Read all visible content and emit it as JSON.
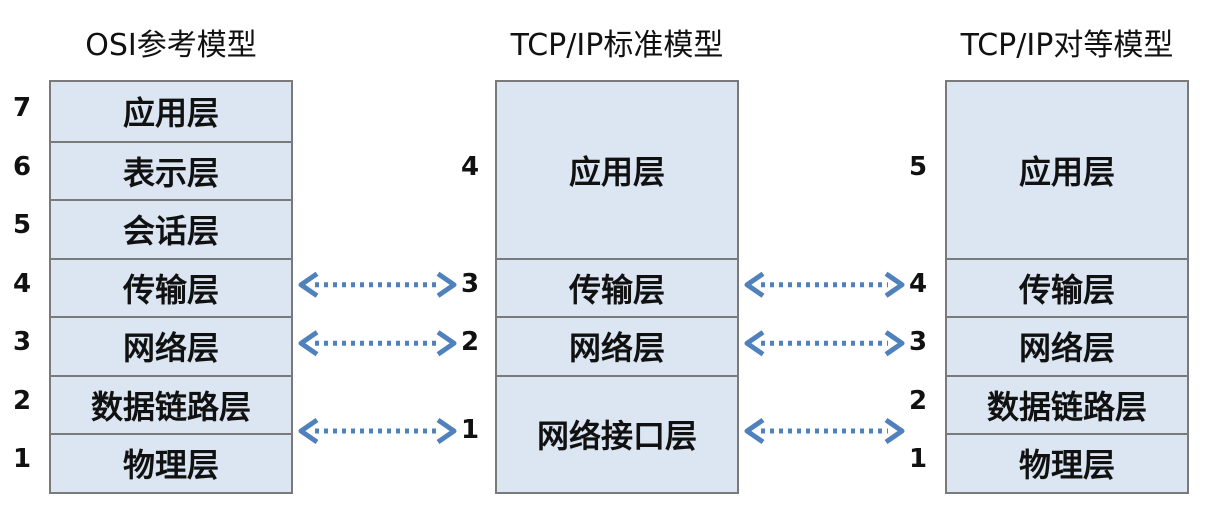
{
  "models": [
    {
      "title": "OSI参考模型",
      "layers": [
        {
          "num": "7",
          "label": "应用层",
          "span": 1
        },
        {
          "num": "6",
          "label": "表示层",
          "span": 1
        },
        {
          "num": "5",
          "label": "会话层",
          "span": 1
        },
        {
          "num": "4",
          "label": "传输层",
          "span": 1
        },
        {
          "num": "3",
          "label": "网络层",
          "span": 1
        },
        {
          "num": "2",
          "label": "数据链路层",
          "span": 1
        },
        {
          "num": "1",
          "label": "物理层",
          "span": 1
        }
      ]
    },
    {
      "title": "TCP/IP标准模型",
      "layers": [
        {
          "num": "4",
          "label": "应用层",
          "span": 3
        },
        {
          "num": "3",
          "label": "传输层",
          "span": 1
        },
        {
          "num": "2",
          "label": "网络层",
          "span": 1
        },
        {
          "num": "1",
          "label": "网络接口层",
          "span": 2
        }
      ]
    },
    {
      "title": "TCP/IP对等模型",
      "layers": [
        {
          "num": "5",
          "label": "应用层",
          "span": 3
        },
        {
          "num": "4",
          "label": "传输层",
          "span": 1
        },
        {
          "num": "3",
          "label": "网络层",
          "span": 1
        },
        {
          "num": "2",
          "label": "数据链路层",
          "span": 1
        },
        {
          "num": "1",
          "label": "物理层",
          "span": 1
        }
      ]
    }
  ],
  "connectors": [
    {
      "from_model": 0,
      "to_model": 1,
      "row": 3
    },
    {
      "from_model": 0,
      "to_model": 1,
      "row": 4
    },
    {
      "from_model": 0,
      "to_model": 1,
      "row": 5.5
    },
    {
      "from_model": 1,
      "to_model": 2,
      "row": 3
    },
    {
      "from_model": 1,
      "to_model": 2,
      "row": 4
    },
    {
      "from_model": 1,
      "to_model": 2,
      "row": 5.5
    }
  ],
  "colors": {
    "layer_fill": "#dce6f2",
    "border": "#7a7a7a",
    "arrow": "#4f81bd"
  }
}
